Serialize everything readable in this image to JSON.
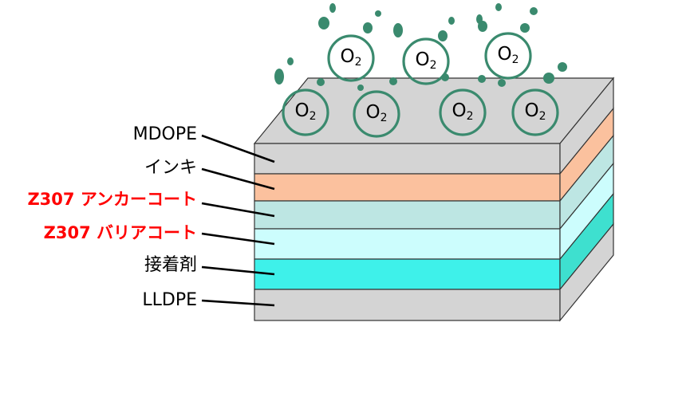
{
  "layers": [
    {
      "label": "MDOPE",
      "front_color": "#d4d4d4",
      "side_color": "#d4d4d4",
      "label_color": "#000000",
      "emphasis": false
    },
    {
      "label": "インキ",
      "front_color": "#fbc19e",
      "side_color": "#fbc19e",
      "label_color": "#000000",
      "emphasis": false
    },
    {
      "label": "Z307 アンカーコート",
      "front_color": "#bde6e3",
      "side_color": "#bde6e3",
      "label_color": "#ff0000",
      "emphasis": true
    },
    {
      "label": "Z307 バリアコート",
      "front_color": "#ccfdfd",
      "side_color": "#ccfdfd",
      "label_color": "#ff0000",
      "emphasis": true
    },
    {
      "label": "接着剤",
      "front_color": "#3ef1ea",
      "side_color": "#3ee0cf",
      "label_color": "#000000",
      "emphasis": false
    },
    {
      "label": "LLDPE",
      "front_color": "#d4d4d4",
      "side_color": "#d4d4d4",
      "label_color": "#000000",
      "emphasis": false
    }
  ],
  "top_face_color": "#d4d4d4",
  "molecule": {
    "symbol": "O",
    "subscript": "2",
    "ring_color": "#3a8a6e",
    "droplet_color": "#3a8a6e",
    "count": 7
  }
}
